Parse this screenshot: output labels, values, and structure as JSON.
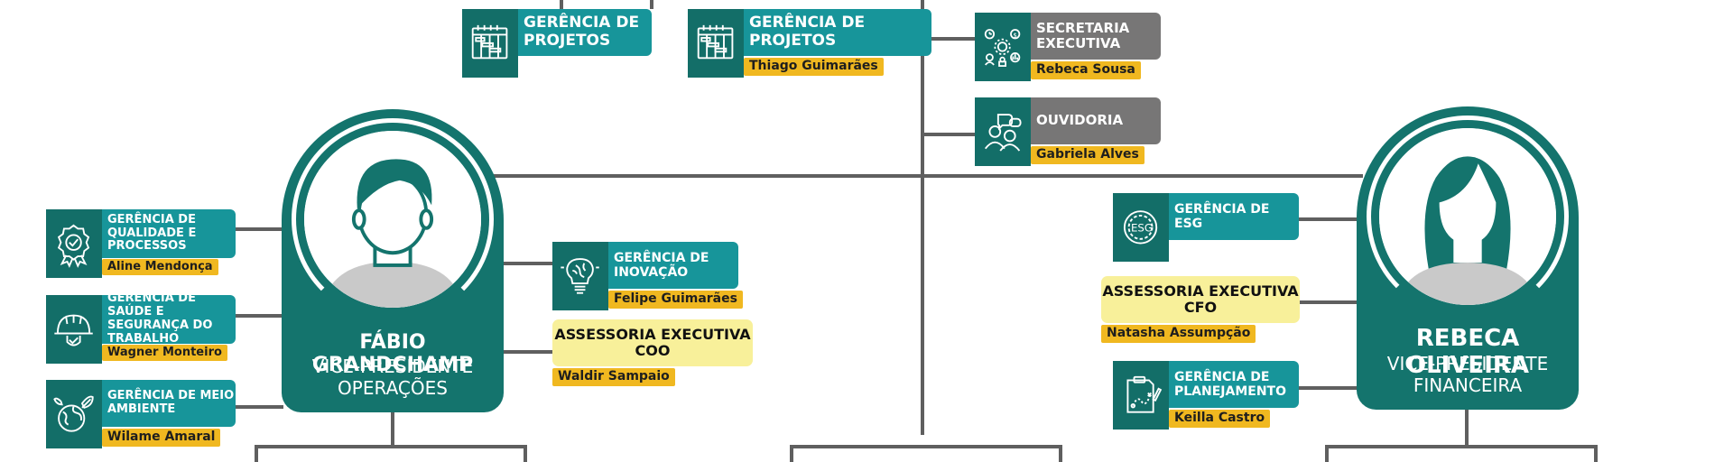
{
  "colors": {
    "teal_dark": "#136e68",
    "teal": "#17959a",
    "gray": "#777676",
    "gold": "#f0b820",
    "pale_yellow": "#f8f09a",
    "connector": "#5f5f5f"
  },
  "top_row": [
    {
      "icon": "gantt-chart-icon",
      "title": "GERÊNCIA DE PROJETOS",
      "name": ""
    },
    {
      "icon": "gantt-chart-icon",
      "title": "GERÊNCIA DE PROJETOS",
      "name": "Thiago Guimarães"
    }
  ],
  "center_staff": [
    {
      "icon": "executive-team-icon",
      "title": "SECRETARIA EXECUTIVA",
      "name": "Rebeca Sousa"
    },
    {
      "icon": "people-chat-icon",
      "title": "OUVIDORIA",
      "name": "Gabriela Alves"
    }
  ],
  "vp_left": {
    "name": "FÁBIO GRANDCHAMP",
    "role_line1": "VICE-PRESIDENTE",
    "role_line2": "OPERAÇÕES",
    "avatar": "male-avatar-icon",
    "units_left": [
      {
        "icon": "award-ribbon-icon",
        "title": "GERÊNCIA DE QUALIDADE E PROCESSOS",
        "name": "Aline Mendonça"
      },
      {
        "icon": "safety-helmet-icon",
        "title": "GERÊNCIA DE SAÚDE E SEGURANÇA DO TRABALHO",
        "name": "Wagner Monteiro"
      },
      {
        "icon": "eco-globe-icon",
        "title": "GERÊNCIA DE MEIO AMBIENTE",
        "name": "Wilame Amaral"
      }
    ],
    "units_right": [
      {
        "icon": "brain-bulb-icon",
        "title": "GERÊNCIA DE INOVAÇÃO",
        "name": "Felipe Guimarães"
      }
    ],
    "assessoria": {
      "line1": "ASSESSORIA EXECUTIVA",
      "line2": "COO",
      "name": "Waldir Sampaio"
    }
  },
  "vp_right": {
    "name": "REBECA OLIVEIRA",
    "role_line1": "VICE-PRESIDENTE",
    "role_line2": "FINANCEIRA",
    "avatar": "female-avatar-icon",
    "units": [
      {
        "icon": "esg-badge-icon",
        "title": "GERÊNCIA DE ESG",
        "name": ""
      },
      {
        "icon": "planning-board-icon",
        "title": "GERÊNCIA DE PLANEJAMENTO",
        "name": "Keilla Castro"
      }
    ],
    "assessoria": {
      "line1": "ASSESSORIA EXECUTIVA",
      "line2": "CFO",
      "name": "Natasha Assumpção"
    }
  }
}
